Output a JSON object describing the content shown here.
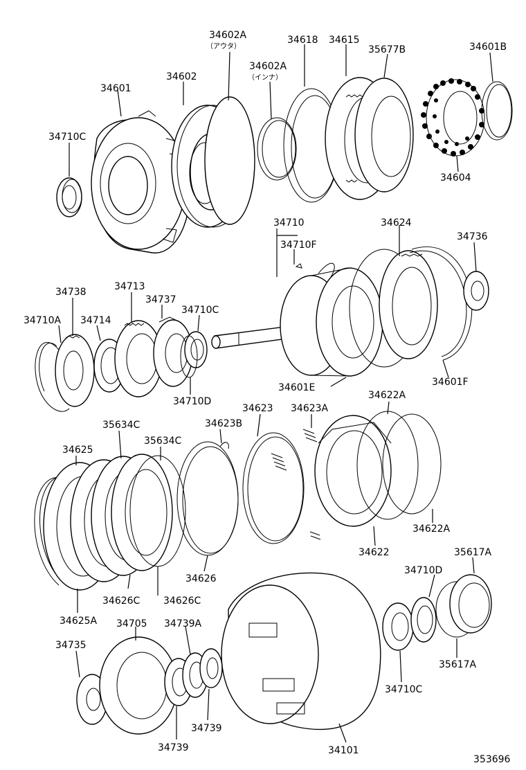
{
  "diagram": {
    "labels": {
      "p34601": "34601",
      "p34602": "34602",
      "p34602A_outer": "34602A",
      "p34602A_outer_note": "（アウタ）",
      "p34602A_inner": "34602A",
      "p34602A_inner_note": "（インナ）",
      "p34618": "34618",
      "p34615": "34615",
      "p35677B": "35677B",
      "p34601B": "34601B",
      "p34604": "34604",
      "p34710C_a": "34710C",
      "p34710": "34710",
      "p34710F": "34710F",
      "p34624": "34624",
      "p34736": "34736",
      "p34738": "34738",
      "p34713": "34713",
      "p34737": "34737",
      "p34710A": "34710A",
      "p34714": "34714",
      "p34710C_b": "34710C",
      "p34710D_a": "34710D",
      "p34601E": "34601E",
      "p34601F": "34601F",
      "p34623": "34623",
      "p34623A": "34623A",
      "p34622A_a": "34622A",
      "p34623B": "34623B",
      "p35634C_a": "35634C",
      "p35634C_b": "35634C",
      "p34625": "34625",
      "p34622": "34622",
      "p34622A_b": "34622A",
      "p34626": "34626",
      "p34626C_a": "34626C",
      "p34626C_b": "34626C",
      "p34710D_b": "34710D",
      "p35617A_a": "35617A",
      "p34625A": "34625A",
      "p34705": "34705",
      "p34739A": "34739A",
      "p34735": "34735",
      "p35617A_b": "35617A",
      "p34710C_c": "34710C",
      "p34739_a": "34739",
      "p34739_b": "34739",
      "p34101": "34101",
      "drawing_number": "353696"
    }
  }
}
